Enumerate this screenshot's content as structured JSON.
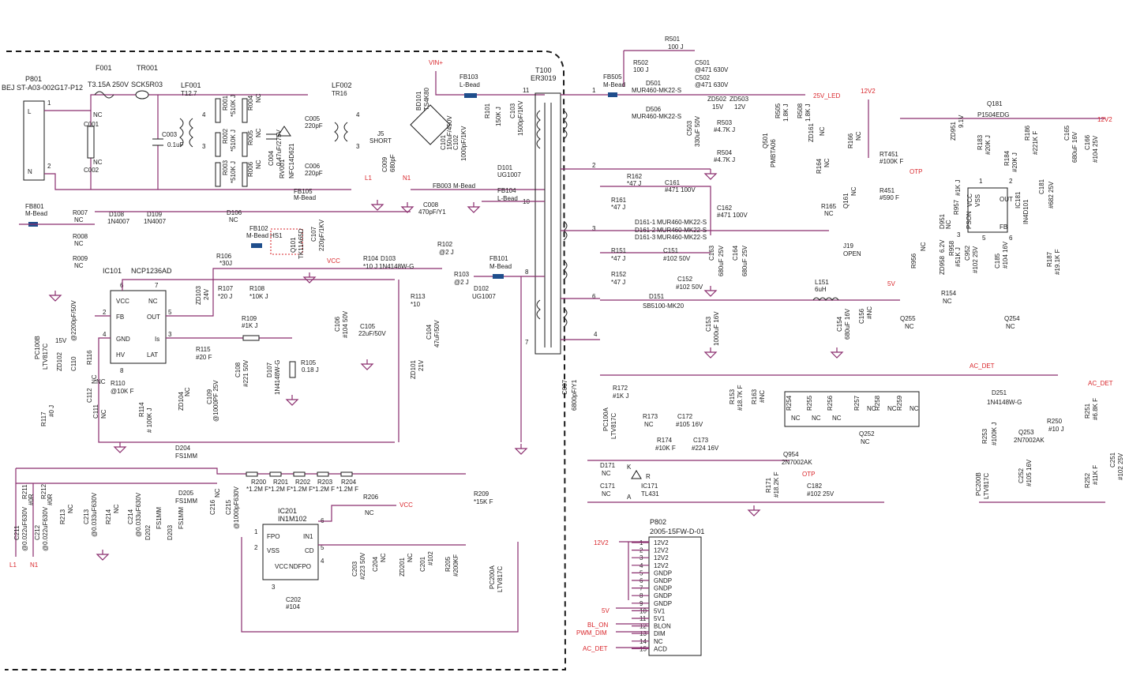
{
  "colors": {
    "wire": "#8a2d6e",
    "net_flag": "#d9262b",
    "ink": "#1a1a1a",
    "background": "#ffffff"
  },
  "connector_input": {
    "ref": "P801",
    "part": "BEJ ST-A03-002G17-P12",
    "pin1": "L",
    "pin2": "N",
    "n1": "1",
    "n2": "2"
  },
  "input": {
    "fuse": {
      "ref": "F001",
      "value": "T3.15A 250V"
    },
    "thermistor": {
      "ref": "TR001",
      "value": "SCK5R03"
    },
    "lf001": {
      "ref": "LF001",
      "value": "T12.7",
      "p4": "4",
      "p3": "3"
    },
    "c001": {
      "ref": "C001",
      "value": "NC"
    },
    "c002": {
      "ref": "C002",
      "value": "NC"
    },
    "c003": {
      "ref": "C003",
      "value": "0.1uF"
    },
    "r001": {
      "ref": "R001",
      "value": "*510K J"
    },
    "r002": {
      "ref": "R002",
      "value": "*510K J"
    },
    "r003": {
      "ref": "R003",
      "value": "*510K J"
    },
    "r004": {
      "ref": "R004",
      "value": "NC"
    },
    "r005": {
      "ref": "R005",
      "value": "NC"
    },
    "r006": {
      "ref": "R006",
      "value": "NC"
    },
    "c004": {
      "ref": "C004",
      "value": "0.47uF/275V"
    },
    "rv001": {
      "ref": "RV001",
      "value": "NFC14D621"
    },
    "c005": {
      "ref": "C005",
      "value": "220pF"
    },
    "c006": {
      "ref": "C006",
      "value": "220pF"
    },
    "lf002": {
      "ref": "LF002",
      "value": "TR16",
      "p4": "4",
      "p3": "3"
    },
    "j5": {
      "ref": "J5",
      "value": "SHORT"
    },
    "fb105": {
      "ref": "FB105",
      "value": "M-Bead"
    },
    "c009": {
      "ref": "C009",
      "value": "680pF"
    },
    "l1": "L1",
    "n1": "N1"
  },
  "bridge": {
    "ref": "BD101",
    "value": "TS4K80",
    "vin": "VIN+"
  },
  "primary": {
    "c101": {
      "ref": "C101",
      "value": "150uF/450V"
    },
    "c102": {
      "ref": "C102",
      "value": "1000pF/1KV"
    },
    "fb103": {
      "ref": "FB103",
      "value": "L-Bead"
    },
    "r101": {
      "ref": "R101",
      "value": "150K J"
    },
    "c103": {
      "ref": "C103",
      "value": "1500pF/1KV"
    },
    "d101": {
      "ref": "D101",
      "value": "UG1007"
    },
    "fb003": {
      "ref": "FB003",
      "value": "M-Bead"
    },
    "fb104": {
      "ref": "FB104",
      "value": "L-Bead"
    },
    "c008": {
      "ref": "C008",
      "value": "470pF/Y1"
    },
    "fb801": {
      "ref": "FB801",
      "value": "M-Bead"
    },
    "r007": {
      "ref": "R007",
      "value": "NC"
    },
    "r008": {
      "ref": "R008",
      "value": "NC"
    },
    "r009": {
      "ref": "R009",
      "value": "NC"
    },
    "d108": {
      "ref": "D108",
      "value": "1N4007"
    },
    "d109": {
      "ref": "D109",
      "value": "1N4007"
    },
    "d106": {
      "ref": "D106",
      "value": "NC"
    },
    "hs1": "HS1",
    "fb102": {
      "ref": "FB102",
      "value": "M-Bead"
    },
    "q101": {
      "ref": "Q101",
      "value": "TK11A65D"
    },
    "c107": {
      "ref": "C107",
      "value": "220pF/1KV"
    },
    "r106": {
      "ref": "R106",
      "value": "*30J"
    },
    "ic101": {
      "ref": "IC101",
      "value": "NCP1236AD",
      "vcc": "VCC",
      "nc": "NC",
      "fb": "FB",
      "out": "OUT",
      "gnd": "GND",
      "is": "Is",
      "hv": "HV",
      "lat": "LAT",
      "p6": "6",
      "p7": "7",
      "p2": "2",
      "p5": "5",
      "p4": "4",
      "p3": "3",
      "p8": "8"
    },
    "zd103": {
      "ref": "ZD103",
      "value": "24V"
    },
    "r107": {
      "ref": "R107",
      "value": "*20 J"
    },
    "r108": {
      "ref": "R108",
      "value": "*10K J"
    },
    "r109": {
      "ref": "R109",
      "value": "#1K J"
    },
    "r105": {
      "ref": "R105",
      "value": "0.18 J"
    },
    "d107": {
      "ref": "D107",
      "value": "1N4148W-G"
    },
    "c108": {
      "ref": "C108",
      "value": "#221 50V"
    },
    "r115": {
      "ref": "R115",
      "value": "#20 F"
    },
    "c106": {
      "ref": "C106",
      "value": "#104 50V"
    },
    "c105": {
      "ref": "C105",
      "value": "22uF/50V"
    },
    "vcc": "VCC",
    "r104": {
      "ref": "R104",
      "value": "*10 J"
    },
    "d103": {
      "ref": "D103",
      "value": "1N4148W-G"
    },
    "r102": {
      "ref": "R102",
      "value": "@2 J"
    },
    "r103": {
      "ref": "R103",
      "value": "@2 J"
    },
    "fb101": {
      "ref": "FB101",
      "value": "M-Bead"
    },
    "d102": {
      "ref": "D102",
      "value": "UG1007"
    },
    "r113": {
      "ref": "R113",
      "value": "*10"
    },
    "c104": {
      "ref": "C104",
      "value": "47uF/50V"
    },
    "zd101": {
      "ref": "ZD101",
      "value": "21V"
    },
    "pc100b": {
      "ref": "PC100B",
      "value": "LTV817C"
    },
    "zd102": {
      "ref": "ZD102",
      "value": "15V"
    },
    "c110": {
      "ref": "C110",
      "value": "@2200pF/50V"
    },
    "r116": {
      "ref": "R116",
      "value": "NC"
    },
    "r110": {
      "ref": "R110",
      "value": "@10K F"
    },
    "c112": {
      "ref": "C112",
      "value": "NC"
    },
    "c111": {
      "ref": "C111",
      "value": "NC"
    },
    "r117": {
      "ref": "R117",
      "value": "#0 J"
    },
    "r114": {
      "ref": "R114",
      "value": "# 100K J"
    },
    "zd104": {
      "ref": "ZD104",
      "value": "NC"
    },
    "c109": {
      "ref": "C109",
      "value": "@1000PF 25V"
    }
  },
  "transformer": {
    "ref": "T100",
    "value": "ER3019",
    "p11": "11",
    "p10": "10",
    "p8": "8",
    "p7": "7",
    "p1": "1",
    "p2": "2",
    "p3": "3",
    "p6": "6",
    "p4": "4"
  },
  "pfc": {
    "d204": {
      "ref": "D204",
      "value": "FS1MM"
    },
    "d205": {
      "ref": "D205",
      "value": "FS1MM"
    },
    "r200": {
      "ref": "R200",
      "value": "*1.2M F"
    },
    "r201": {
      "ref": "R201",
      "value": "*1.2M F"
    },
    "r202": {
      "ref": "R202",
      "value": "*1.2M F"
    },
    "r203": {
      "ref": "R203",
      "value": "*1.2M F"
    },
    "r204": {
      "ref": "R204",
      "value": "*1.2M F"
    },
    "r211": {
      "ref": "R211",
      "value": "#0R"
    },
    "r212": {
      "ref": "R212",
      "value": "#0R"
    },
    "c211": {
      "ref": "C211",
      "value": "@0.022uF630V"
    },
    "c212": {
      "ref": "C212",
      "value": "@0.022uF630V"
    },
    "r213": {
      "ref": "R213",
      "value": "NC"
    },
    "c213": {
      "ref": "C213",
      "value": "@0.033uF630V"
    },
    "r214": {
      "ref": "R214",
      "value": "NC"
    },
    "c214": {
      "ref": "C214",
      "value": "@0.033uF630V"
    },
    "d202": {
      "ref": "D202",
      "value": "FS1MM"
    },
    "d203": {
      "ref": "D203",
      "value": "FS1MM"
    },
    "c216": {
      "ref": "C216",
      "value": "NC"
    },
    "c215": {
      "ref": "C215",
      "value": "@1000pF630V"
    },
    "ic201": {
      "ref": "IC201",
      "value": "IN1M102",
      "fpo": "FPO",
      "vss": "VSS",
      "vcc": "VCC",
      "in1": "IN1",
      "cd": "CD",
      "ndfpo": "NDFPO",
      "p1": "1",
      "p2": "2",
      "p3": "3",
      "p4": "4",
      "p5": "5",
      "p6": "6"
    },
    "r206": {
      "ref": "R206",
      "value": "NC"
    },
    "vcc": "VCC",
    "r209": {
      "ref": "R209",
      "value": "*15K F"
    },
    "c203": {
      "ref": "C203",
      "value": "#223 50V"
    },
    "c204": {
      "ref": "C204",
      "value": "NC"
    },
    "zd201": {
      "ref": "ZD201",
      "value": "NC"
    },
    "c201": {
      "ref": "C201",
      "value": "#102"
    },
    "r205": {
      "ref": "R205",
      "value": "#200KF"
    },
    "c202": {
      "ref": "C202",
      "value": "#104"
    },
    "pc200a": {
      "ref": "PC200A",
      "value": "LTV817C"
    },
    "l1": "L1",
    "n1": "N1"
  },
  "secondary": {
    "r501": {
      "ref": "R501",
      "value": "100 J"
    },
    "r502": {
      "ref": "R502",
      "value": "100 J"
    },
    "c501": {
      "ref": "C501",
      "value": "@471 630V"
    },
    "c502": {
      "ref": "C502",
      "value": "@471 630V"
    },
    "fb505": {
      "ref": "FB505",
      "value": "M-Bead"
    },
    "d501": {
      "ref": "D501",
      "value": "MUR460-MK22-S"
    },
    "d506": {
      "ref": "D506",
      "value": "MUR460-MK22-S"
    },
    "c503": {
      "ref": "C503",
      "value": "330uF 50V"
    },
    "zd502": {
      "ref": "ZD502",
      "value": "15V"
    },
    "zd503": {
      "ref": "ZD503",
      "value": "12V"
    },
    "r503": {
      "ref": "R503",
      "value": "#4.7K J"
    },
    "r504": {
      "ref": "R504",
      "value": "#4.7K J"
    },
    "r505": {
      "ref": "R505",
      "value": "1.8K J"
    },
    "r508": {
      "ref": "R508",
      "value": "1.8K J"
    },
    "q501": {
      "ref": "Q501",
      "value": "PMBTA06"
    },
    "led25": "25V_LED",
    "r162": {
      "ref": "R162",
      "value": "*47 J"
    },
    "c161": {
      "ref": "C161",
      "value": "#471 100V"
    },
    "r161": {
      "ref": "R161",
      "value": "*47 J"
    },
    "c162": {
      "ref": "C162",
      "value": "#471 100V"
    },
    "d161_1": {
      "ref": "D161-1",
      "value": "MUR460-MK22-S"
    },
    "d161_2": {
      "ref": "D161-2",
      "value": "MUR460-MK22-S"
    },
    "d161_3": {
      "ref": "D161-3",
      "value": "MUR460-MK22-S"
    },
    "c163": {
      "ref": "C163",
      "value": "680uF 25V"
    },
    "c164": {
      "ref": "C164",
      "value": "680uF 25V"
    },
    "r151": {
      "ref": "R151",
      "value": "*47 J"
    },
    "c151": {
      "ref": "C151",
      "value": "#102 50V"
    },
    "r152": {
      "ref": "R152",
      "value": "*47 J"
    },
    "c152": {
      "ref": "C152",
      "value": "#102 50V"
    },
    "d151": {
      "ref": "D151",
      "value": "SB5100-MK20"
    },
    "c153": {
      "ref": "C153",
      "value": "1000uF 16V"
    },
    "c007": {
      "ref": "C007",
      "value": "6800pF/Y1"
    },
    "v12": "12V2",
    "zd161": {
      "ref": "ZD161",
      "value": "NC"
    },
    "r166": {
      "ref": "R166",
      "value": "NC"
    },
    "rt451": {
      "ref": "RT451",
      "value": "#100K F"
    },
    "otp": "OTP",
    "r164": {
      "ref": "R164",
      "value": "NC"
    },
    "r165": {
      "ref": "R165",
      "value": "NC"
    },
    "q161": {
      "ref": "Q161",
      "value": "NC"
    },
    "r451": {
      "ref": "R451",
      "value": "#590 F"
    },
    "j19": {
      "ref": "J19",
      "value": "OPEN"
    },
    "l151": {
      "ref": "L151",
      "value": "6uH"
    },
    "c154": {
      "ref": "C154",
      "value": "680uF 16V"
    },
    "c156": {
      "ref": "C156",
      "value": "#NC"
    },
    "v5": "5V",
    "r154": {
      "ref": "R154",
      "value": "NC"
    },
    "q255": {
      "ref": "Q255",
      "value": "NC"
    },
    "q254": {
      "ref": "Q254",
      "value": "NC"
    },
    "ac_det": "AC_DET",
    "q181": {
      "ref": "Q181",
      "value": "P1504EDG"
    },
    "zd951": {
      "ref": "ZD951",
      "value": "9.1V"
    },
    "r183": {
      "ref": "R183",
      "value": "#20K J"
    },
    "r184": {
      "ref": "R184",
      "value": "#20K J"
    },
    "r186": {
      "ref": "R186",
      "value": "#221K F"
    },
    "c165": {
      "ref": "C165",
      "value": "680uF 16V"
    },
    "c166": {
      "ref": "C166",
      "value": "#104 25V"
    },
    "ic181": {
      "ref": "IC181",
      "value": "IN4D101",
      "vcc": "VCC",
      "vss": "VSS",
      "out": "OUT",
      "pson": "PSON",
      "fb": "FB",
      "p1": "1",
      "p2": "2",
      "p3": "3",
      "p5": "5",
      "p6": "6"
    },
    "r957": {
      "ref": "R957",
      "value": "#1K J"
    },
    "d951": {
      "ref": "D951",
      "value": "NC"
    },
    "r956": {
      "ref": "R956",
      "value": "NC"
    },
    "zd958": {
      "ref": "ZD958",
      "value": "6.2V"
    },
    "r958": {
      "ref": "R958",
      "value": "#51K J"
    },
    "c952": {
      "ref": "C952",
      "value": "#102 25V"
    },
    "c185": {
      "ref": "C185",
      "value": "#104 16V"
    },
    "c181": {
      "ref": "C181",
      "value": "#682 25V"
    },
    "r187": {
      "ref": "R187",
      "value": "#19.1K F"
    },
    "r172": {
      "ref": "R172",
      "value": "#1K J"
    },
    "pc100a": {
      "ref": "PC100A",
      "value": "LTV817C"
    },
    "r173": {
      "ref": "R173",
      "value": "NC"
    },
    "c172": {
      "ref": "C172",
      "value": "#105 16V"
    },
    "r174": {
      "ref": "R174",
      "value": "#10K F"
    },
    "c173": {
      "ref": "C173",
      "value": "#224 16V"
    },
    "d171": {
      "ref": "D171",
      "value": "NC"
    },
    "c171": {
      "ref": "C171",
      "value": "NC"
    },
    "ic171": {
      "ref": "IC171",
      "value": "TL431",
      "k": "K",
      "a": "A",
      "r": "R"
    },
    "r153": {
      "ref": "R153",
      "value": "#18.7K F"
    },
    "r163": {
      "ref": "R163",
      "value": "#NC"
    },
    "r254": {
      "ref": "R254",
      "value": "NC"
    },
    "r255": {
      "ref": "R255",
      "value": "NC"
    },
    "r256": {
      "ref": "R256",
      "value": "NC"
    },
    "r257": {
      "ref": "R257",
      "value": "NC"
    },
    "r258": {
      "ref": "R258",
      "value": "NC"
    },
    "r259": {
      "ref": "R259",
      "value": "NC"
    },
    "q252": {
      "ref": "Q252",
      "value": "NC"
    },
    "q954": {
      "ref": "Q954",
      "value": "2N7002AK"
    },
    "r171": {
      "ref": "R171",
      "value": "#18.2K F"
    },
    "c182": {
      "ref": "C182",
      "value": "#102 25V"
    },
    "d251": {
      "ref": "D251",
      "value": "1N4148W-G"
    },
    "r253": {
      "ref": "R253",
      "value": "#100K J"
    },
    "q253": {
      "ref": "Q253",
      "value": "2N7002AK"
    },
    "r250": {
      "ref": "R250",
      "value": "#10 J"
    },
    "r251": {
      "ref": "R251",
      "value": "#6.8K F"
    },
    "pc200b": {
      "ref": "PC200B",
      "value": "LTV817C"
    },
    "c252": {
      "ref": "C252",
      "value": "#105 16V"
    },
    "r252": {
      "ref": "R252",
      "value": "#11K F"
    },
    "c251": {
      "ref": "C251",
      "value": "#102 25V"
    }
  },
  "connector_out": {
    "ref": "P802",
    "part": "2005-15FW-D-01",
    "pins": [
      {
        "n": "1",
        "label": "12V2"
      },
      {
        "n": "2",
        "label": "12V2"
      },
      {
        "n": "3",
        "label": "12V2"
      },
      {
        "n": "4",
        "label": "12V2"
      },
      {
        "n": "5",
        "label": "GNDP"
      },
      {
        "n": "6",
        "label": "GNDP"
      },
      {
        "n": "7",
        "label": "GNDP"
      },
      {
        "n": "8",
        "label": "GNDP"
      },
      {
        "n": "9",
        "label": "GNDP"
      },
      {
        "n": "10",
        "label": "5V1"
      },
      {
        "n": "11",
        "label": "5V1"
      },
      {
        "n": "12",
        "label": "BLON"
      },
      {
        "n": "13",
        "label": "DIM"
      },
      {
        "n": "14",
        "label": "NC"
      },
      {
        "n": "15",
        "label": "ACD"
      }
    ],
    "flags": {
      "v12": "12V2",
      "v5": "5V",
      "bl_on": "BL_ON",
      "pwm_dim": "PWM_DIM",
      "ac_det": "AC_DET"
    }
  }
}
